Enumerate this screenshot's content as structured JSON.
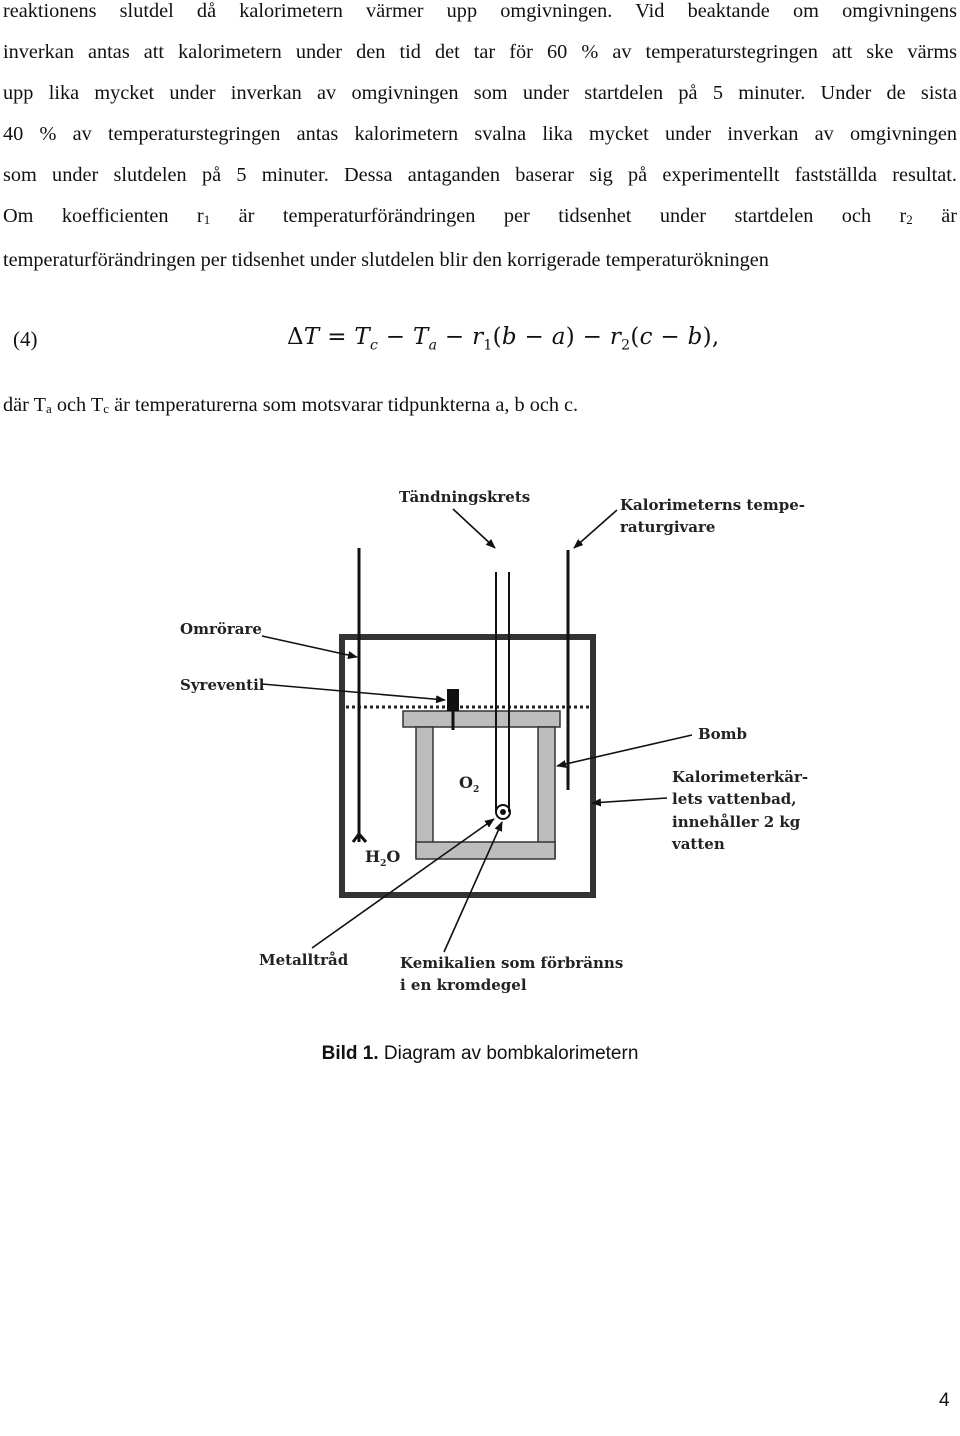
{
  "paragraph": {
    "lines": [
      "reaktionens slutdel då kalorimetern värmer upp omgivningen. Vid beaktande om omgivningens",
      "inverkan antas att kalorimetern under den tid det tar för 60 % av temperaturstegringen att ske värms",
      "upp lika mycket under inverkan av omgivningen som under startdelen på 5 minuter. Under de sista",
      "40 % av temperaturstegringen antas kalorimetern svalna lika mycket under inverkan av omgivningen",
      "som under slutdelen på 5 minuter. Dessa antaganden baserar sig på experimentellt fastställda resultat."
    ],
    "line6_pre": "Om koefficienten r",
    "line6_sub1": "1",
    "line6_mid": " är temperaturförändringen per tidsenhet under startdelen och r",
    "line6_sub2": "2",
    "line6_post": " är",
    "line7": "temperaturförändringen per tidsenhet under slutdelen blir den korrigerade temperaturökningen"
  },
  "equation": {
    "number": "(4)",
    "delta": "Δ",
    "lhs": "T",
    "eq": " = ",
    "t1": "T",
    "t1_sub": "c",
    "minus1": " − ",
    "t2": "T",
    "t2_sub": "a",
    "minus2": " − ",
    "r1": "r",
    "r1_sub": "1",
    "p1": "(",
    "b1": "b",
    "m1": " − ",
    "a1": "a",
    "p1c": ")",
    "minus3": " − ",
    "r2": "r",
    "r2_sub": "2",
    "p2": "(",
    "c2": "c",
    "m2": " − ",
    "b2": "b",
    "p2c": "),"
  },
  "after_text": {
    "pre": "där T",
    "sub_a": "a",
    "mid": " och T",
    "sub_c": "c",
    "post": " är temperaturerna som motsvarar tidpunkterna a, b och c."
  },
  "diagram": {
    "label_tandning": "Tändningskrets",
    "label_givare_1": "Kalorimeterns tempe-",
    "label_givare_2": "raturgivare",
    "label_omrorare": "Omrörare",
    "label_syreventil": "Syreventil",
    "label_bomb": "Bomb",
    "label_vattenbad_1": "Kalorimeterkär-",
    "label_vattenbad_2": "lets vattenbad,",
    "label_vattenbad_3": "innehåller 2 kg",
    "label_vattenbad_4": "vatten",
    "label_metalltrad": "Metalltråd",
    "label_kemikalien_1": "Kemikalien som förbränns",
    "label_kemikalien_2": "i en kromdegel",
    "o2": "O",
    "o2_sub": "2",
    "h2o_h": "H",
    "h2o_sub": "2",
    "h2o_o": "O"
  },
  "caption": {
    "bold": "Bild 1.",
    "text": " Diagram av bombkalorimetern"
  },
  "page_number": "4"
}
